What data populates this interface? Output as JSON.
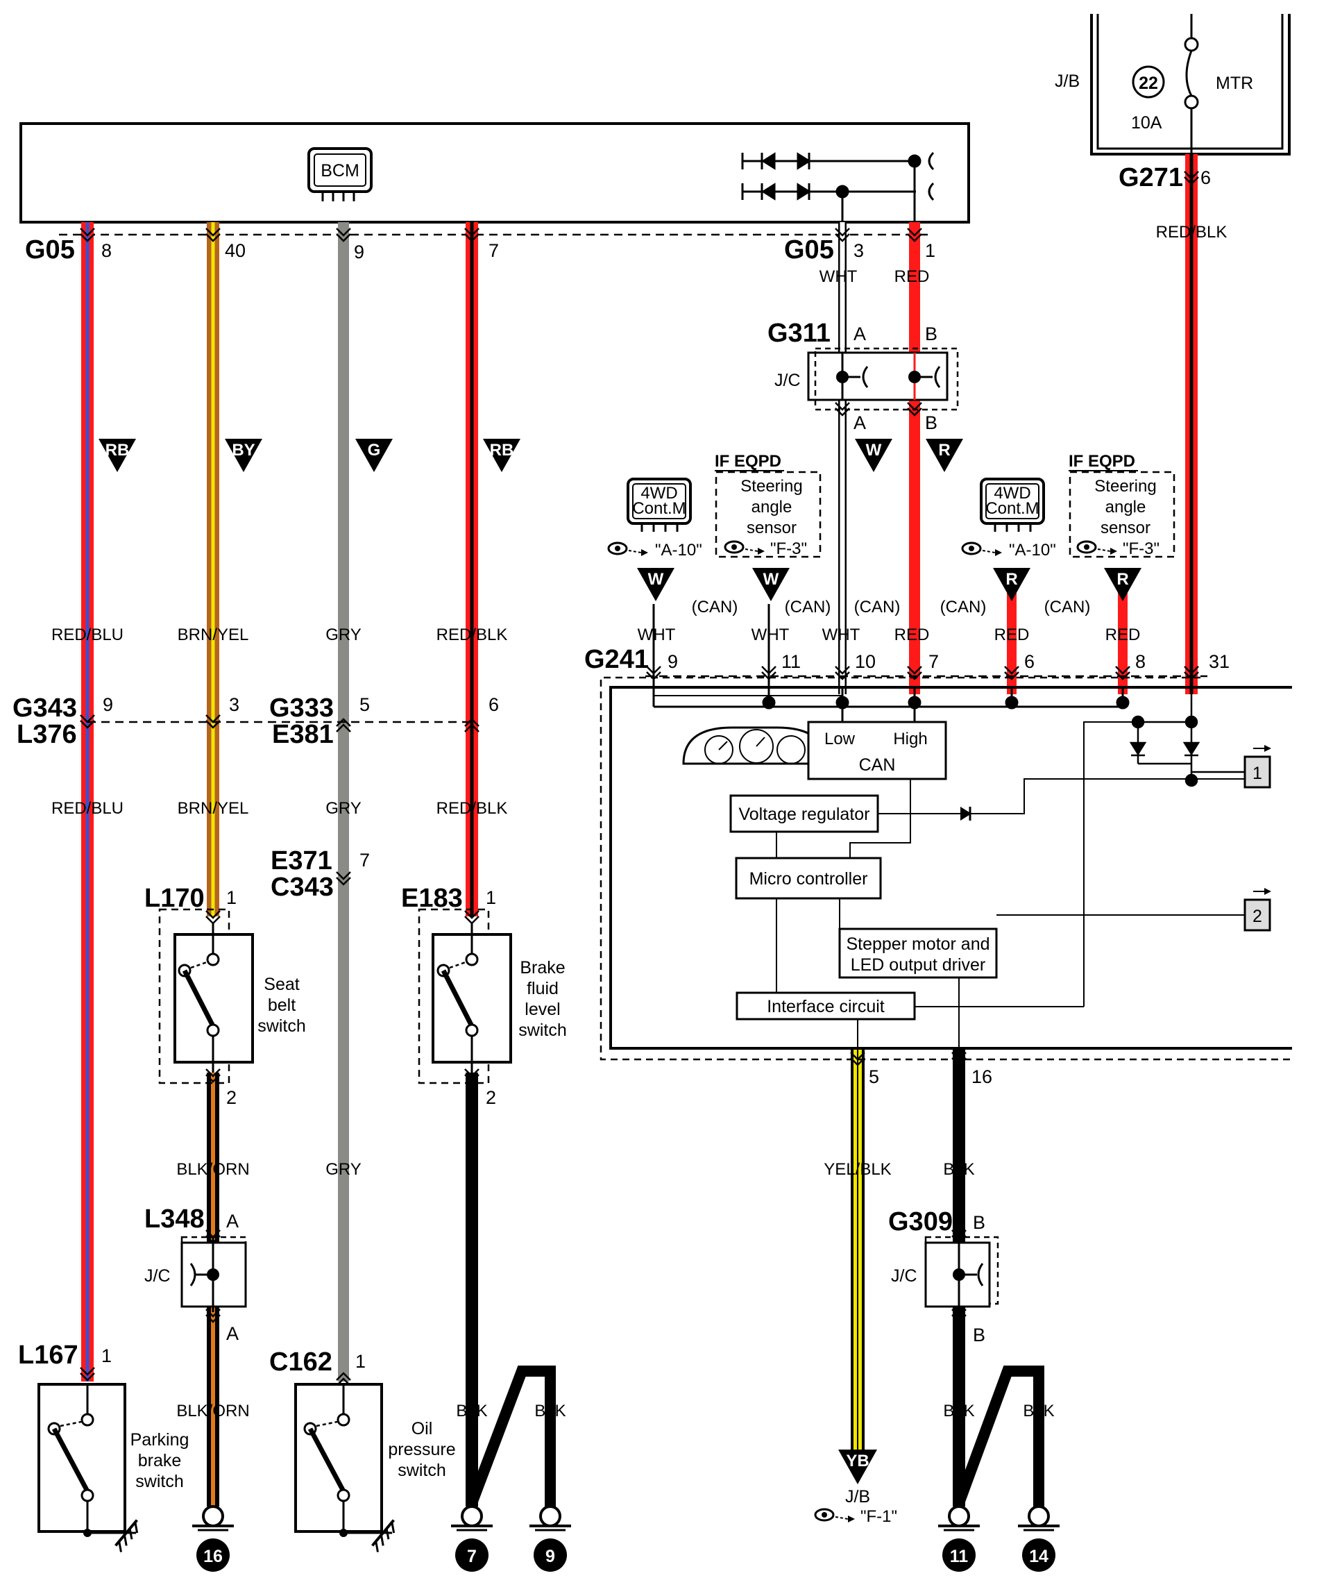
{
  "modules": {
    "bcm": "BCM",
    "jb": "J/B",
    "fuse_number": "22",
    "fuse_rating": "10A",
    "fuse_name": "MTR",
    "jc": "J/C",
    "cont_4wd_line1": "4WD",
    "cont_4wd_line2": "Cont.M",
    "if_eqpd": "IF EQPD",
    "steer_line1": "Steering",
    "steer_line2": "angle",
    "steer_line3": "sensor",
    "ref_a10": "\"A-10\"",
    "ref_f3": "\"F-3\"",
    "ref_f1": "\"F-1\"",
    "can": "(CAN)",
    "can_low": "Low",
    "can_high": "High",
    "can_box": "CAN",
    "voltage_regulator": "Voltage regulator",
    "micro_controller": "Micro controller",
    "stepper_line1": "Stepper motor and",
    "stepper_line2": "LED output driver",
    "interface_circuit": "Interface circuit",
    "out1": "1",
    "out2": "2"
  },
  "connectors": {
    "g05": "G05",
    "g271": "G271",
    "g311": "G311",
    "g241": "G241",
    "g343": "G343",
    "l376": "L376",
    "g333": "G333",
    "e381": "E381",
    "e371": "E371",
    "c343": "C343",
    "l170": "L170",
    "e183": "E183",
    "l348": "L348",
    "l167": "L167",
    "c162": "C162",
    "g309": "G309"
  },
  "pins": {
    "g05_8": "8",
    "g05_40": "40",
    "g05_9": "9",
    "g05_7": "7",
    "g05_3": "3",
    "g05_1": "1",
    "g271_6": "6",
    "a": "A",
    "b": "B",
    "g241_9": "9",
    "g241_11": "11",
    "g241_10": "10",
    "g241_7": "7",
    "g241_6": "6",
    "g241_8": "8",
    "g241_31": "31",
    "g241_5": "5",
    "g241_16": "16",
    "g343_9": "9",
    "g343_3": "3",
    "g333_5": "5",
    "g333_6": "6",
    "e371_7": "7",
    "l170_1": "1",
    "l170_2": "2",
    "e183_1": "1",
    "e183_2": "2",
    "l167_1": "1",
    "c162_1": "1"
  },
  "wires": {
    "red_blu": "RED/BLU",
    "brn_yel": "BRN/YEL",
    "gry": "GRY",
    "red_blk": "RED/BLK",
    "wht": "WHT",
    "red": "RED",
    "blk_orn": "BLK/ORN",
    "blk": "BLK",
    "yel_blk": "YEL/BLK"
  },
  "tags": {
    "rb": "RB",
    "by": "BY",
    "g": "G",
    "w": "W",
    "r": "R",
    "yb": "YB"
  },
  "switches": {
    "seat_1": "Seat",
    "seat_2": "belt",
    "seat_3": "switch",
    "brake_1": "Brake",
    "brake_2": "fluid",
    "brake_3": "level",
    "brake_4": "switch",
    "park_1": "Parking",
    "park_2": "brake",
    "park_3": "switch",
    "oil_1": "Oil",
    "oil_2": "pressure",
    "oil_3": "switch"
  },
  "grounds": {
    "g16": "16",
    "g7": "7",
    "g9": "9",
    "g11": "11",
    "g14": "14"
  },
  "colors": {
    "red": "#ff1a1a",
    "blue": "#3a4fd0",
    "brown": "#b5651d",
    "yellow": "#f2e600",
    "gray": "#8a8a86",
    "black": "#000000",
    "orange": "#e07a18",
    "white": "#ffffff"
  }
}
